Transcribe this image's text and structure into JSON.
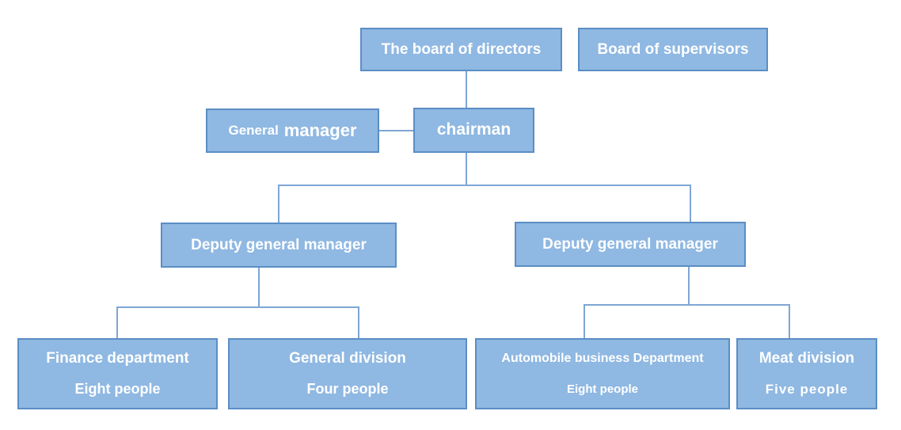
{
  "diagram": {
    "type": "org-chart",
    "colors": {
      "box_fill": "#8FB8E2",
      "box_border": "#5B8EC5",
      "connector": "#7EA6D6",
      "text": "#FFFFFF",
      "background": "#FFFFFF"
    },
    "nodes": {
      "board": {
        "label": "The board of directors"
      },
      "supervisors": {
        "label": "Board of supervisors"
      },
      "general_manager": {
        "label_small": "General",
        "label_large": "manager"
      },
      "chairman": {
        "label": "chairman"
      },
      "deputy_left": {
        "label": "Deputy general manager"
      },
      "deputy_right": {
        "label": "Deputy general manager"
      },
      "finance": {
        "title": "Finance department",
        "headcount": "Eight people"
      },
      "general_division": {
        "title": "General division",
        "headcount": "Four people"
      },
      "automobile": {
        "title": "Automobile business Department",
        "headcount": "Eight people"
      },
      "meat": {
        "title": "Meat division",
        "headcount": "Five people"
      }
    },
    "edges": [
      "board-of-directors -> chairman",
      "general-manager - chairman",
      "chairman -> deputy-general-manager-left",
      "chairman -> deputy-general-manager-right",
      "deputy-general-manager-left -> finance-department",
      "deputy-general-manager-left -> general-division",
      "deputy-general-manager-right -> automobile-business-department",
      "deputy-general-manager-right -> meat-division"
    ]
  }
}
